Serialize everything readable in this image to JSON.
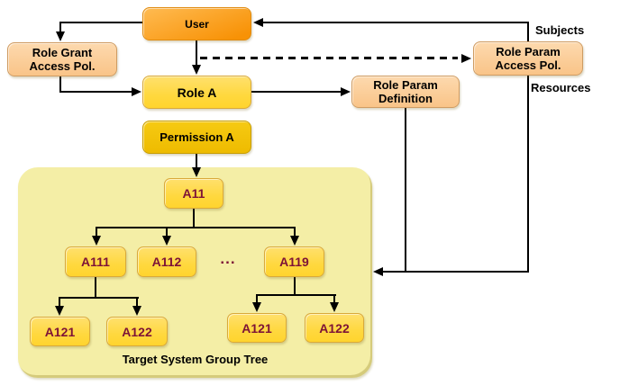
{
  "colors": {
    "line": "#000000",
    "user_box_orange": "#f89206",
    "policy_box_peach": "#fbca98",
    "role_box_yellow": "#ffd83e",
    "permission_box_gold": "#f2c001",
    "tree_container_fill": "#f4eea6",
    "tree_text_maroon": "#7d1337"
  },
  "nodes": {
    "user": "User",
    "role_grant_access_pol": "Role Grant Access Pol.",
    "role_param_access_pol": "Role Param Access Pol.",
    "role_a": "Role A",
    "role_param_definition": "Role Param Definition",
    "permission_a": "Permission A"
  },
  "side_labels": {
    "subjects": "Subjects",
    "resources": "Resources"
  },
  "tree": {
    "root": "A11",
    "level2": [
      "A111",
      "A112",
      "A119"
    ],
    "ellipsis": "...",
    "left_children": [
      "A121",
      "A122"
    ],
    "right_children": [
      "A121",
      "A122"
    ],
    "caption": "Target System Group Tree"
  }
}
